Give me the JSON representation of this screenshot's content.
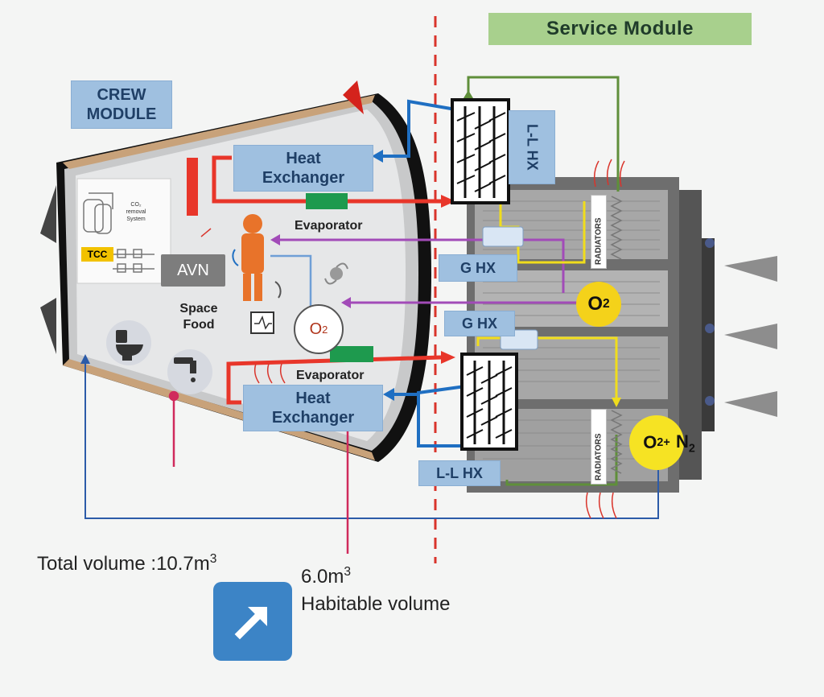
{
  "labels": {
    "service_module": "Service Module",
    "crew_module_line1": "CREW",
    "crew_module_line2": "MODULE",
    "heat_exchanger_line1": "Heat",
    "heat_exchanger_line2": "Exchanger",
    "evaporator": "Evaporator",
    "g_hx": "G HX",
    "l_l_hx": "L-L HX",
    "radiators": "RADIATORS",
    "avn": "AVN",
    "tcc": "TCC",
    "space_food_line1": "Space",
    "space_food_line2": "Food",
    "co2_removal_line1": "CO₂",
    "co2_removal_line2": "removal",
    "co2_removal_line3": "System",
    "o2_base": "O",
    "o2_sub": "2",
    "o2n2_o": "O",
    "o2n2_sub1": "2+",
    "o2n2_n": "N",
    "o2n2_sub2": "2"
  },
  "volumes": {
    "total_prefix": "Total volume :10.7m",
    "total_sup": "3",
    "habitable_value": "6.0m",
    "habitable_sup": "3",
    "habitable_label": "Habitable volume"
  },
  "colors": {
    "heat_loop": "#e8362a",
    "coolant_loop": "#1f6fc2",
    "o2_line": "#a24bb8",
    "service_loop": "#5f8f3a",
    "gas_line": "#f0dd1c",
    "divider": "#d9342b",
    "habitable_pointer": "#d02a5c",
    "expand_button": "#3c84c6"
  }
}
